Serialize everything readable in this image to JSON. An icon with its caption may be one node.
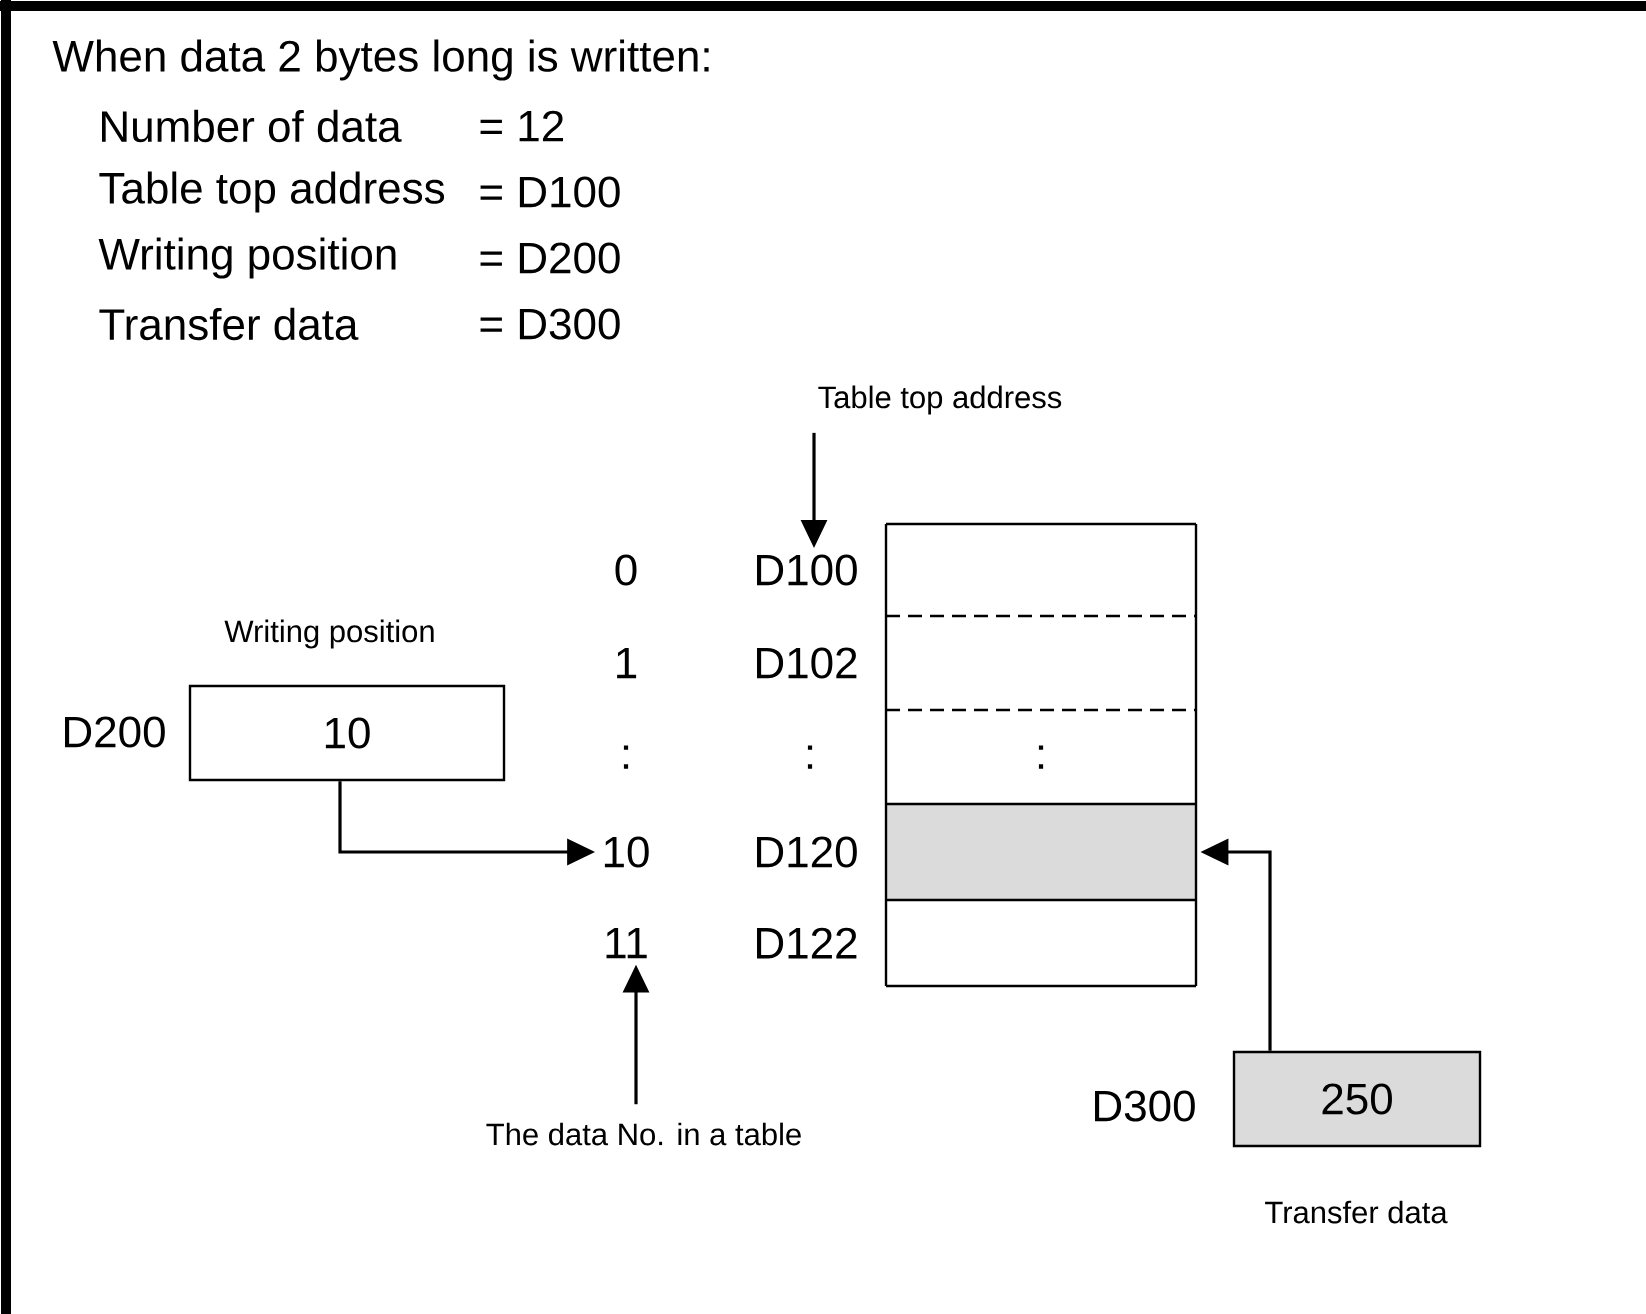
{
  "diagram": {
    "title": "When data 2 bytes long is written:",
    "nodes": [
      {
        "text": [
          "Table top address"
        ]
      },
      {
        "text": [
          "10"
        ],
        "beside": [
          "Writing position",
          "D200"
        ]
      },
      {
        "text": [
          "0"
        ]
      },
      {
        "text": [
          "D100"
        ]
      },
      {
        "text": [],
        "shape": "box"
      },
      {
        "text": [
          "1"
        ]
      },
      {
        "text": [
          "D102"
        ]
      },
      {
        "text": [],
        "shape": "box"
      },
      {
        "text": [
          ":"
        ]
      },
      {
        "text": [
          ":"
        ]
      },
      {
        "text": [
          ":"
        ]
      },
      {
        "text": [
          "10"
        ]
      },
      {
        "text": [
          "D120"
        ]
      },
      {
        "text": [],
        "shape": "box"
      },
      {
        "text": [
          "11"
        ]
      },
      {
        "text": [
          "D122"
        ]
      },
      {
        "text": [],
        "shape": "box"
      },
      {
        "text": [
          "The data No. in a table"
        ]
      },
      {
        "text": [
          "250"
        ],
        "beside": [
          "D300",
          "Transfer data"
        ]
      }
    ],
    "edges": [
      {
        "from": 0,
        "to": 3,
        "arrow": "to"
      },
      {
        "from": 1,
        "to": 11,
        "arrow": "to"
      },
      {
        "from": 18,
        "to": 13,
        "arrow": "to"
      },
      {
        "from": 17,
        "to": 14,
        "arrow": "to"
      }
    ],
    "labels": [
      "Number of data",
      "= 12",
      "Table top address",
      "= D100",
      "Writing position",
      "= D200",
      "Transfer data",
      "= D300"
    ]
  }
}
